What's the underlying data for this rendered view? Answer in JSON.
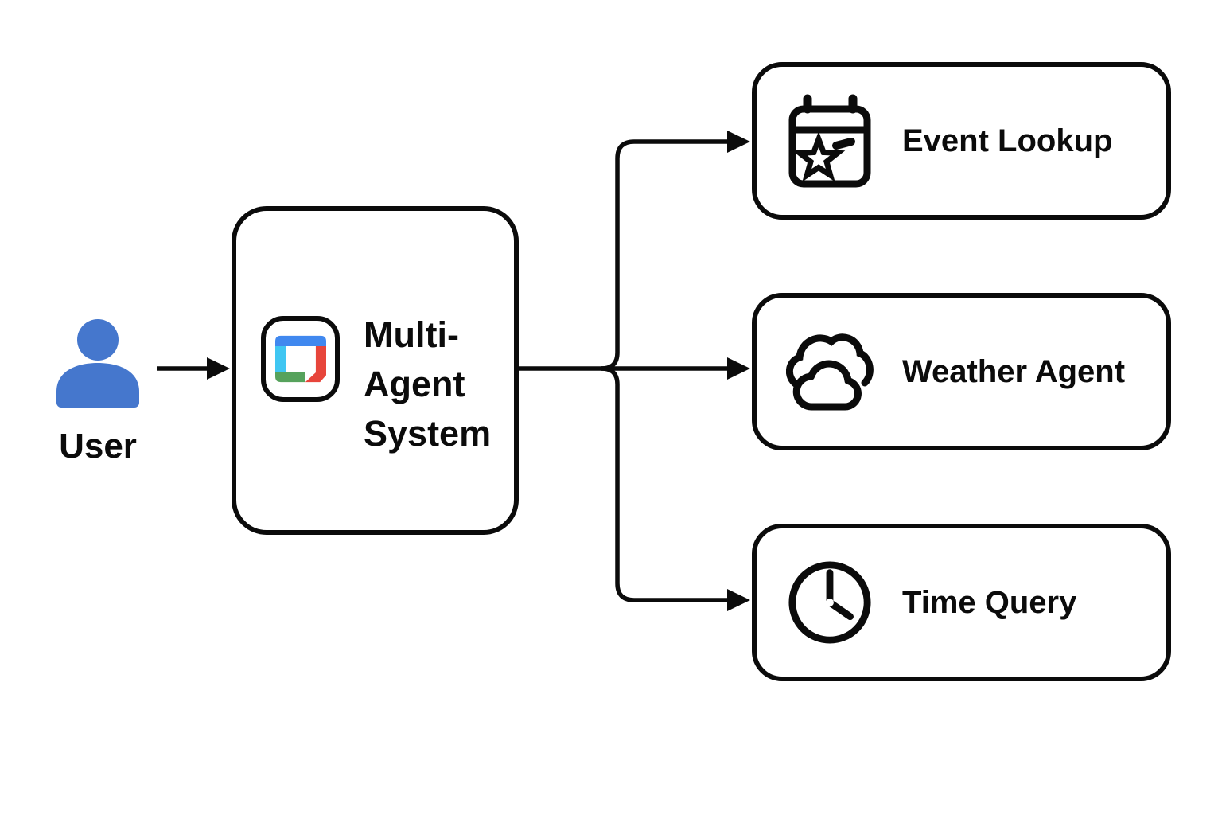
{
  "user": {
    "label": "User",
    "icon": "user-person-icon"
  },
  "main": {
    "label": "Multi-\nAgent\nSystem",
    "icon": "adk-app-icon"
  },
  "agents": [
    {
      "label": "Event Lookup",
      "icon": "calendar-star-icon"
    },
    {
      "label": "Weather Agent",
      "icon": "cloud-icon"
    },
    {
      "label": "Time Query",
      "icon": "clock-icon"
    }
  ],
  "colors": {
    "line": "#0b0b0b",
    "user_blue": "#4577CD",
    "logo_blue": "#4088EF",
    "logo_cyan": "#3FC6F2",
    "logo_green": "#56A25C",
    "logo_red": "#E7453B",
    "background": "#FFFFFF"
  }
}
